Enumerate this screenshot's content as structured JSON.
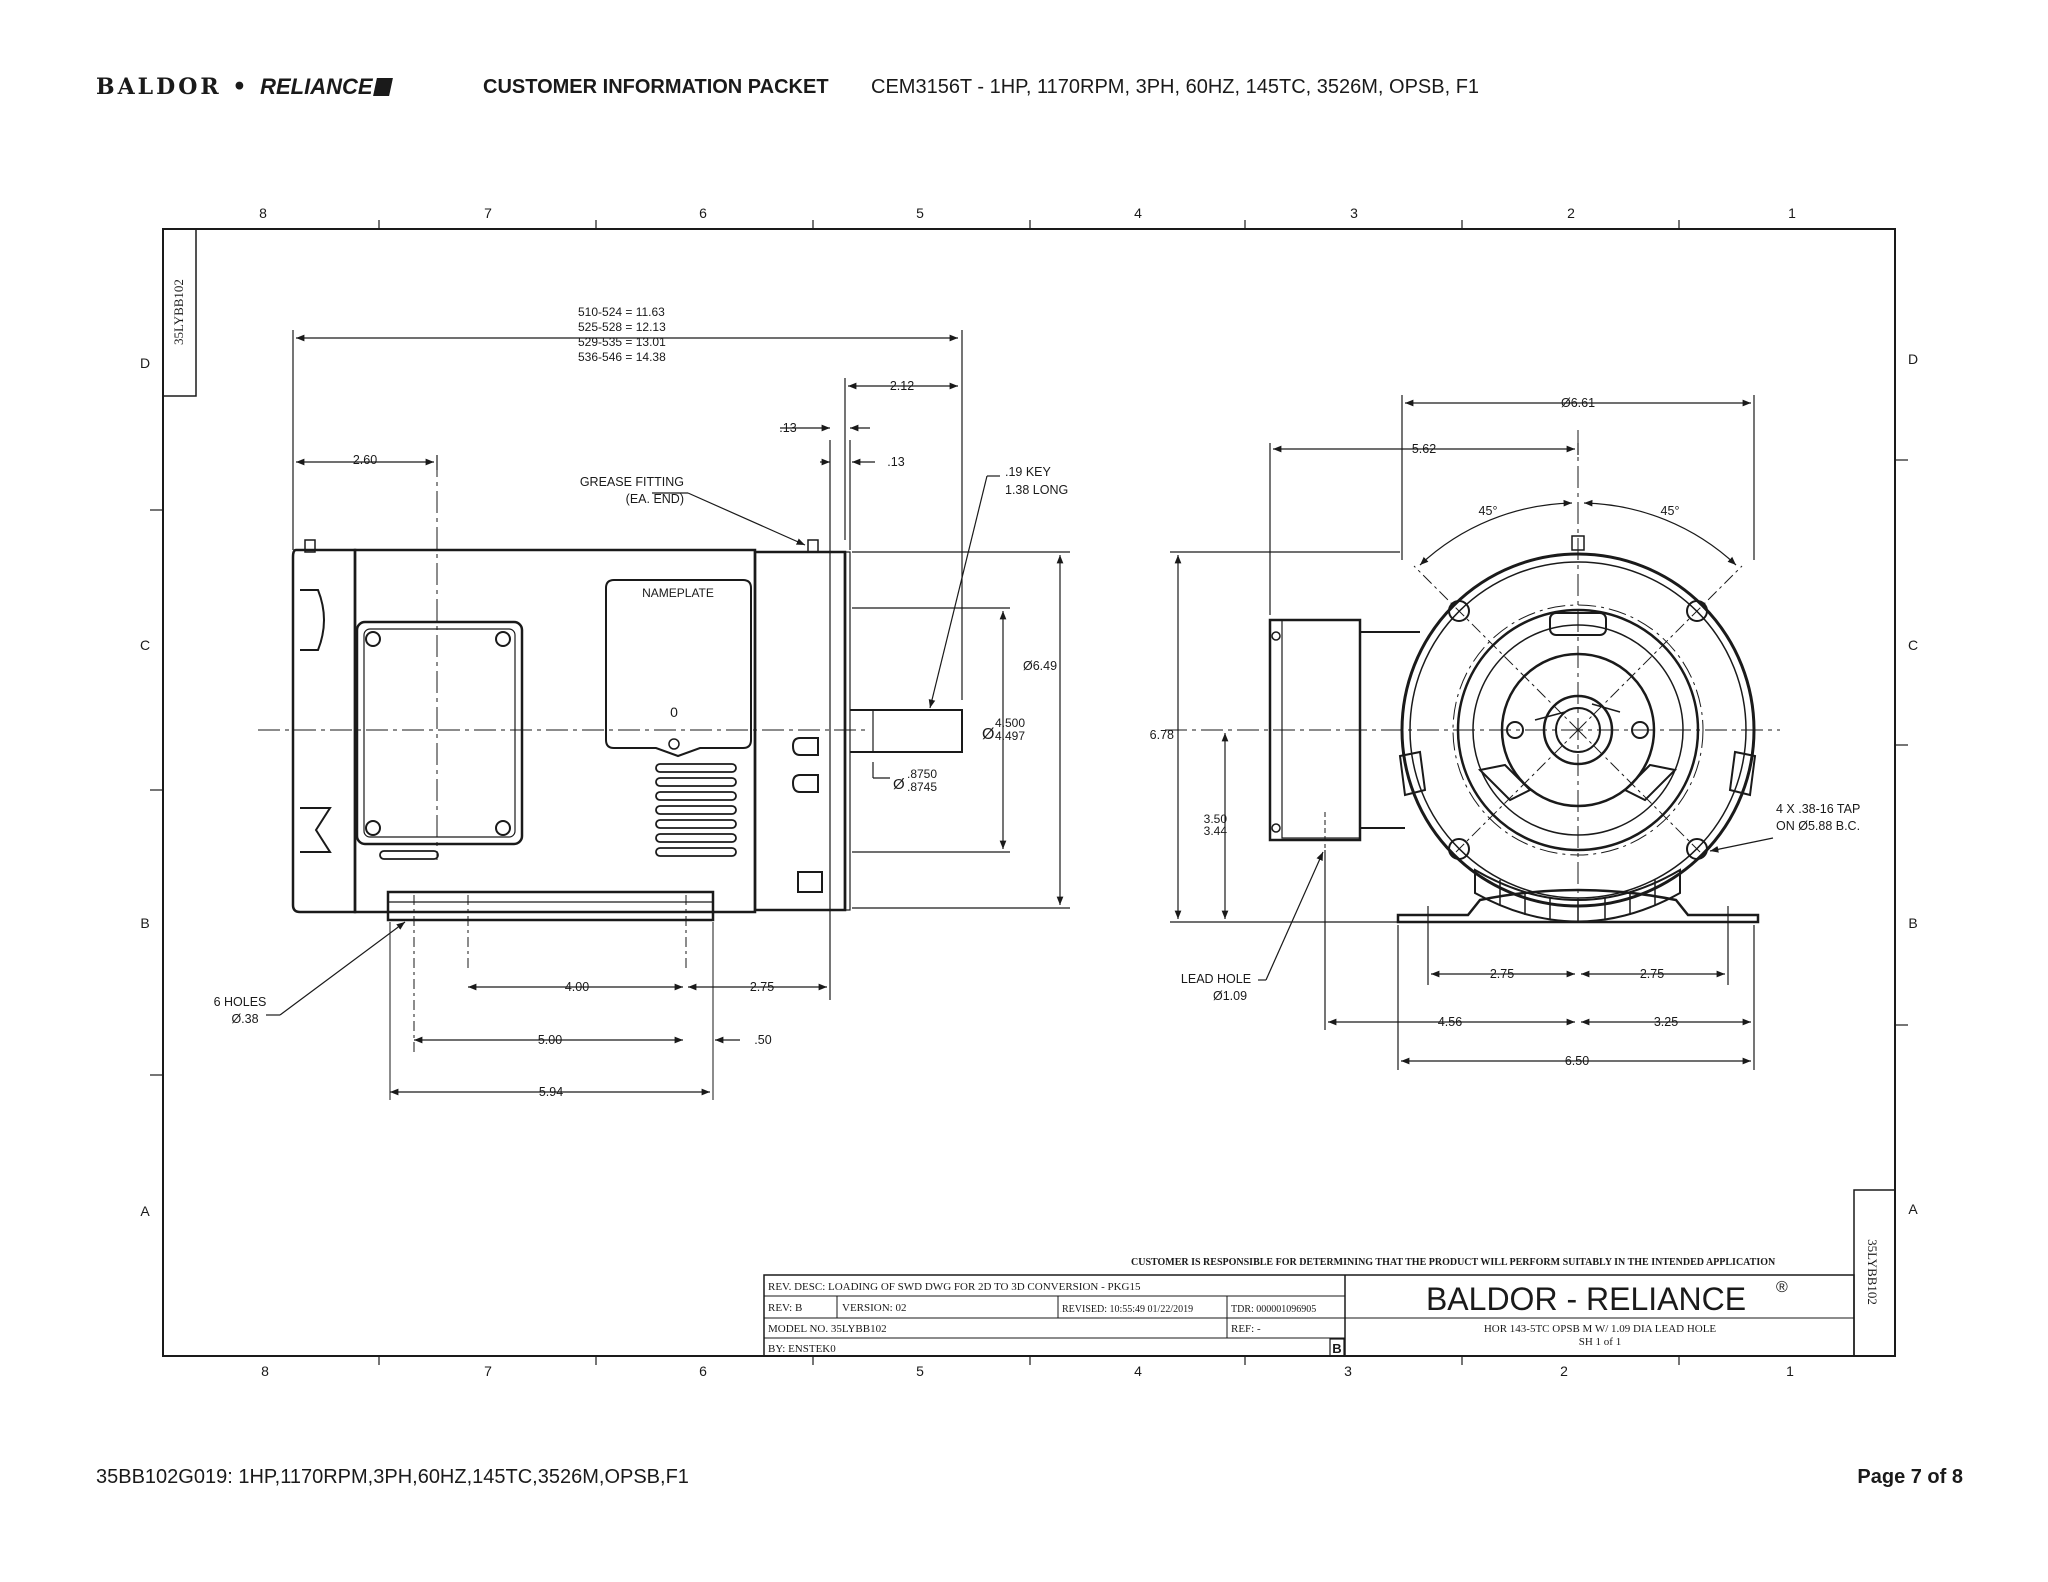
{
  "header": {
    "brand_left": "BALDOR",
    "brand_sep": "•",
    "brand_right": "RELIANCE",
    "packet_title": "CUSTOMER INFORMATION PACKET",
    "description": "CEM3156T - 1HP, 1170RPM, 3PH, 60HZ, 145TC, 3526M, OPSB, F1"
  },
  "drawing": {
    "zones_top": [
      "8",
      "7",
      "6",
      "5",
      "4",
      "3",
      "2",
      "1"
    ],
    "zones_side": [
      "D",
      "C",
      "B",
      "A"
    ],
    "side_id": "35LYBB102",
    "side_view": {
      "length_lines": [
        "510-524 = 11.63",
        "525-528 = 12.13",
        "529-535 = 13.01",
        "536-546 = 14.38"
      ],
      "d_2_12": "2.12",
      "d_13a": ".13",
      "d_13b": ".13",
      "d_2_60": "2.60",
      "grease_line1": "GREASE FITTING",
      "grease_line2": "(EA. END)",
      "key_line1": ".19 KEY",
      "key_line2": "1.38 LONG",
      "nameplate": "NAMEPLATE",
      "d_6_49": "Ø6.49",
      "d_4_500": "4.500",
      "d_4_497": "4.497",
      "d_8750": ".8750",
      "d_8745": ".8745",
      "diam_symbol": "Ø",
      "holes_line1": "6 HOLES",
      "holes_line2": "Ø.38",
      "d_4_00": "4.00",
      "d_2_75": "2.75",
      "d_5_00": "5.00",
      "d_50": ".50",
      "d_5_94": "5.94"
    },
    "end_view": {
      "d_6_61": "Ø6.61",
      "d_5_62": "5.62",
      "angle_left": "45°",
      "angle_right": "45°",
      "d_6_78": "6.78",
      "d_3_50": "3.50",
      "d_3_44": "3.44",
      "tap_line1": "4 X .38-16 TAP",
      "tap_line2": "ON Ø5.88 B.C.",
      "lead_line1": "LEAD HOLE",
      "lead_line2": "Ø1.09",
      "d_2_75_left": "2.75",
      "d_2_75_right": "2.75",
      "d_4_56": "4.56",
      "d_3_25": "3.25",
      "d_6_50": "6.50"
    },
    "title_block": {
      "disclaimer": "CUSTOMER IS RESPONSIBLE FOR DETERMINING THAT THE PRODUCT WILL PERFORM SUITABLY IN THE INTENDED APPLICATION",
      "rev_desc": "REV. DESC: LOADING OF SWD DWG FOR 2D TO 3D CONVERSION - PKG15",
      "rev": "REV:  B",
      "version": "VERSION:  02",
      "revised": "REVISED:  10:55:49 01/22/2019",
      "tdr": "TDR:  000001096905",
      "model": "MODEL NO.   35LYBB102",
      "ref": "REF:  -",
      "by": "BY: ENSTEK0",
      "rev_letter": "B",
      "company": "BALDOR - RELIANCE",
      "registered": "®",
      "drawing_title": "HOR 143-5TC OPSB M W/ 1.09 DIA LEAD HOLE",
      "sheet": "SH 1 of 1"
    }
  },
  "footer": {
    "left": "35BB102G019: 1HP,1170RPM,3PH,60HZ,145TC,3526M,OPSB,F1",
    "right": "Page 7 of 8"
  }
}
